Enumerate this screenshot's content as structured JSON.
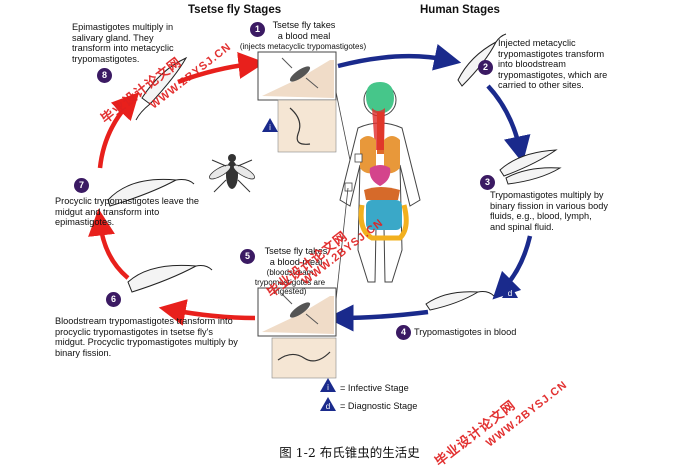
{
  "headers": {
    "tsetse": "Tsetse fly Stages",
    "human": "Human Stages"
  },
  "steps": [
    {
      "num": "1",
      "line1": "Tsetse fly takes",
      "line2": "a blood meal",
      "note": "(injects metacyclic trypomastigotes)"
    },
    {
      "num": "2",
      "text": "Injected metacyclic trypomastigotes transform into bloodstream trypomastigotes, which are carried to other sites."
    },
    {
      "num": "3",
      "text": "Trypomastigotes multiply by binary fission in various body fluids, e.g., blood, lymph, and spinal fluid."
    },
    {
      "num": "4",
      "text": "Trypomastigotes in blood"
    },
    {
      "num": "5",
      "line1": "Tsetse fly takes",
      "line2": "a blood meal",
      "note": "(bloodstream trypomastigotes are ingested)"
    },
    {
      "num": "6",
      "text": "Bloodstream trypomastigotes transform into procyclic trypomastigotes in tsetse fly's midgut. Procyclic trypomastigotes multiply by binary fission."
    },
    {
      "num": "7",
      "text": "Procyclic trypomastigotes leave the midgut and transform into epimastigotes."
    },
    {
      "num": "8",
      "text": "Epimastigotes multiply in salivary gland. They transform into metacyclic trypomastigotes."
    }
  ],
  "legend": {
    "infective_symbol": "i",
    "infective_label": "= Infective Stage",
    "diagnostic_symbol": "d",
    "diagnostic_label": "= Diagnostic Stage"
  },
  "colors": {
    "tsetse_arrows": "#e8201c",
    "human_arrows": "#1a2a8c",
    "badge": "#3b1a63"
  },
  "watermarks": [
    "毕业设计论文网",
    "WWW.2BYSJ.CN"
  ],
  "caption": "图 1-2  布氏锥虫的生活史"
}
